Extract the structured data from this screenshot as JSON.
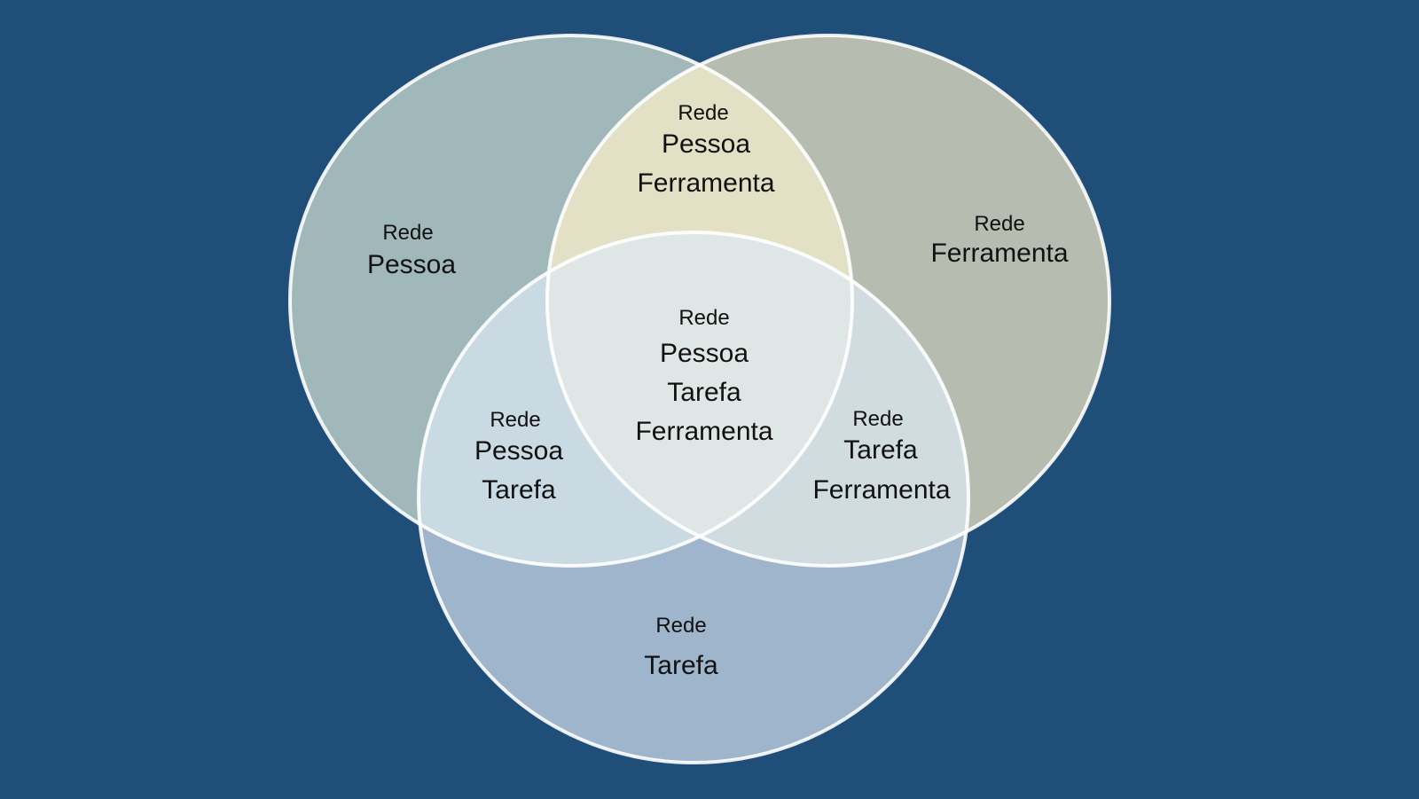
{
  "diagram": {
    "colors": {
      "background": "#1f4e79",
      "pessoa": "#a0b8b9",
      "ferramenta": "#b6bcaf",
      "tarefa": "#9fb5cb",
      "pessoa_ferramenta": "#e3e1c5",
      "pessoa_tarefa": "#c9dae3",
      "tarefa_ferramenta": "#d1dce1",
      "all": "#dfe7e6",
      "outline": "#ffffff"
    },
    "regions": {
      "pessoa": {
        "small": "Rede",
        "lines": [
          "Pessoa"
        ]
      },
      "ferramenta": {
        "small": "Rede",
        "lines": [
          "Ferramenta"
        ]
      },
      "tarefa": {
        "small": "Rede",
        "lines": [
          "Tarefa"
        ]
      },
      "pessoa_ferramenta": {
        "small": "Rede",
        "lines": [
          "Pessoa",
          "Ferramenta"
        ]
      },
      "pessoa_tarefa": {
        "small": "Rede",
        "lines": [
          "Pessoa",
          "Tarefa"
        ]
      },
      "tarefa_ferramenta": {
        "small": "Rede",
        "lines": [
          "Tarefa",
          "Ferramenta"
        ]
      },
      "all": {
        "small": "Rede",
        "lines": [
          "Pessoa",
          "Tarefa",
          "Ferramenta"
        ]
      }
    }
  }
}
